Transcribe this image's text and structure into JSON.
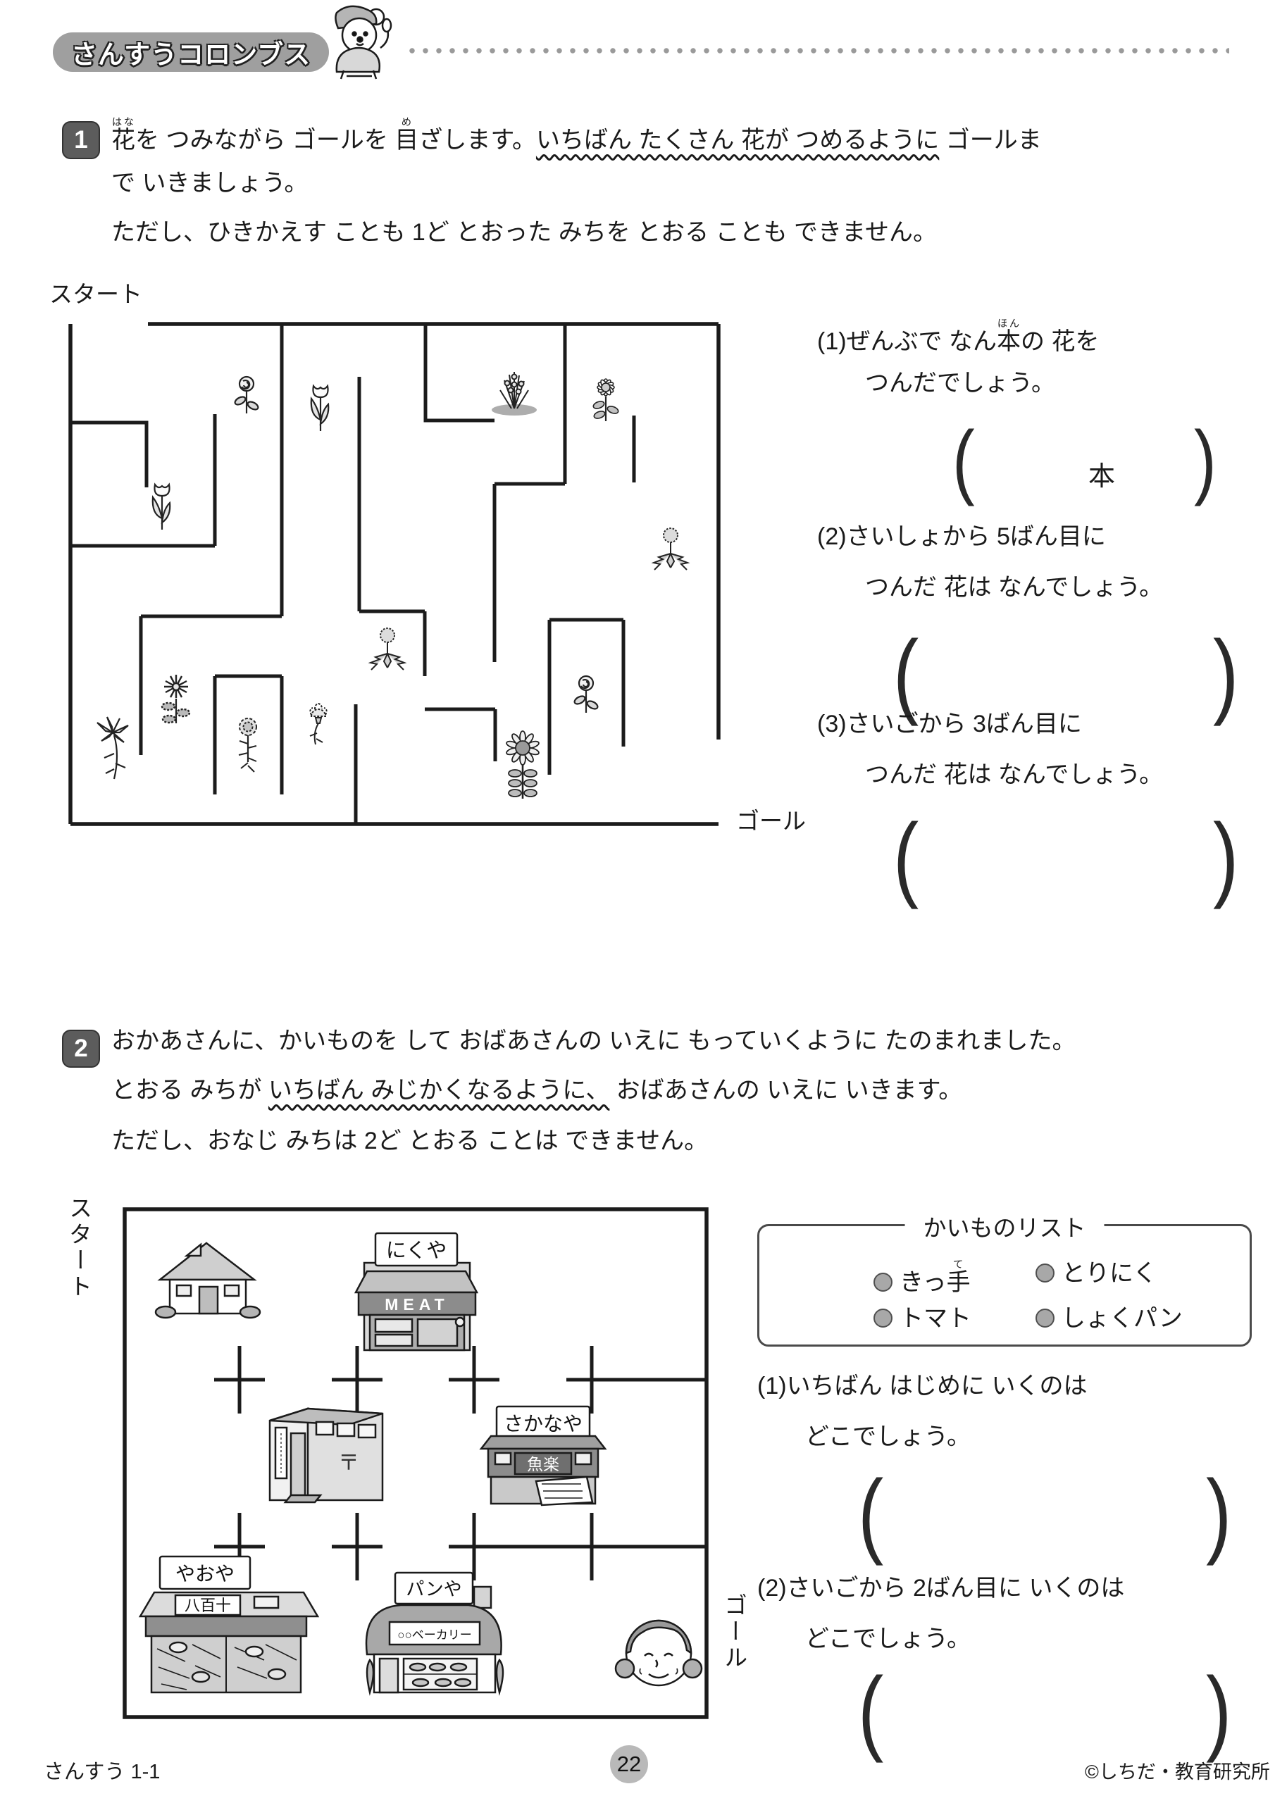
{
  "header": {
    "logo_text": "さんすうコロンブス",
    "mascot_icon": "mouse-with-spoon-icon"
  },
  "symbols": {
    "paren_open": "(",
    "paren_close": ")"
  },
  "p1": {
    "number": "1",
    "line1_segs": [
      {
        "t": "花",
        "r": "はな"
      },
      {
        "t": "を つみながら ゴールを "
      },
      {
        "t": "目",
        "r": "め"
      },
      {
        "t": "ざします。"
      },
      {
        "t": "いちばん たくさん 花が つめるように",
        "w": true
      },
      {
        "t": " ゴールま"
      }
    ],
    "line2": "で いきましょう。",
    "line3": "ただし、ひきかえす ことも 1ど とおった みちを とおる ことも できません。",
    "start_label": "スタート",
    "goal_label": "ゴール",
    "maze_flowers": [
      "rose",
      "tulip",
      "hyacinth",
      "daisy",
      "tulip",
      "dandelion",
      "dandelion",
      "chrysanthemum",
      "lily",
      "marigold",
      "carnation",
      "rose",
      "sunflower"
    ],
    "questions": [
      {
        "no": "(1)",
        "line1_segs": [
          {
            "t": "ぜんぶで なん"
          },
          {
            "t": "本",
            "r": "ほん"
          },
          {
            "t": "の 花を"
          }
        ],
        "line2": "つんだでしょう。",
        "answer_unit": "本"
      },
      {
        "no": "(2)",
        "line1": "さいしょから 5ばん目に",
        "line2": "つんだ 花は なんでしょう。"
      },
      {
        "no": "(3)",
        "line1": "さいごから 3ばん目に",
        "line2": "つんだ 花は なんでしょう。"
      }
    ]
  },
  "p2": {
    "number": "2",
    "line1": "おかあさんに、かいものを して おばあさんの いえに もっていくように たのまれました。",
    "line2_segs": [
      {
        "t": "とおる みちが "
      },
      {
        "t": "いちばん みじかくなるように、",
        "w": true
      },
      {
        "t": " おばあさんの いえに いきます。"
      }
    ],
    "line3": "ただし、おなじ みちは 2ど とおる ことは できません。",
    "start_label": "スタート",
    "goal_label": "ゴール",
    "shopping": {
      "title": "かいものリスト",
      "items": [
        {
          "segs": [
            {
              "t": "きっ"
            },
            {
              "t": "手",
              "r": "て"
            }
          ]
        },
        {
          "segs": [
            {
              "t": "とりにく"
            }
          ]
        },
        {
          "segs": [
            {
              "t": "トマト"
            }
          ]
        },
        {
          "segs": [
            {
              "t": "しょくパン"
            }
          ]
        }
      ]
    },
    "map": {
      "butcher_sign": "にくや",
      "butcher_awning": "MEAT",
      "fish_sign": "さかなや",
      "fish_inner_sign": "魚楽",
      "grocer_sign": "やおや",
      "grocer_board": "八百十",
      "bakery_sign": "パンや",
      "bakery_board": "○○ベーカリー",
      "post_mark": "〒",
      "buildings": [
        "house",
        "butcher-shop",
        "post-office",
        "fish-shop",
        "greengrocer",
        "bakery",
        "grandmother"
      ]
    },
    "questions": [
      {
        "no": "(1)",
        "line1": "いちばん はじめに いくのは",
        "line2": "どこでしょう。"
      },
      {
        "no": "(2)",
        "line1": "さいごから 2ばん目に いくのは",
        "line2": "どこでしょう。"
      }
    ]
  },
  "footer": {
    "left": "さんすう 1-1",
    "page": "22",
    "right": "©しちだ・教育研究所"
  }
}
